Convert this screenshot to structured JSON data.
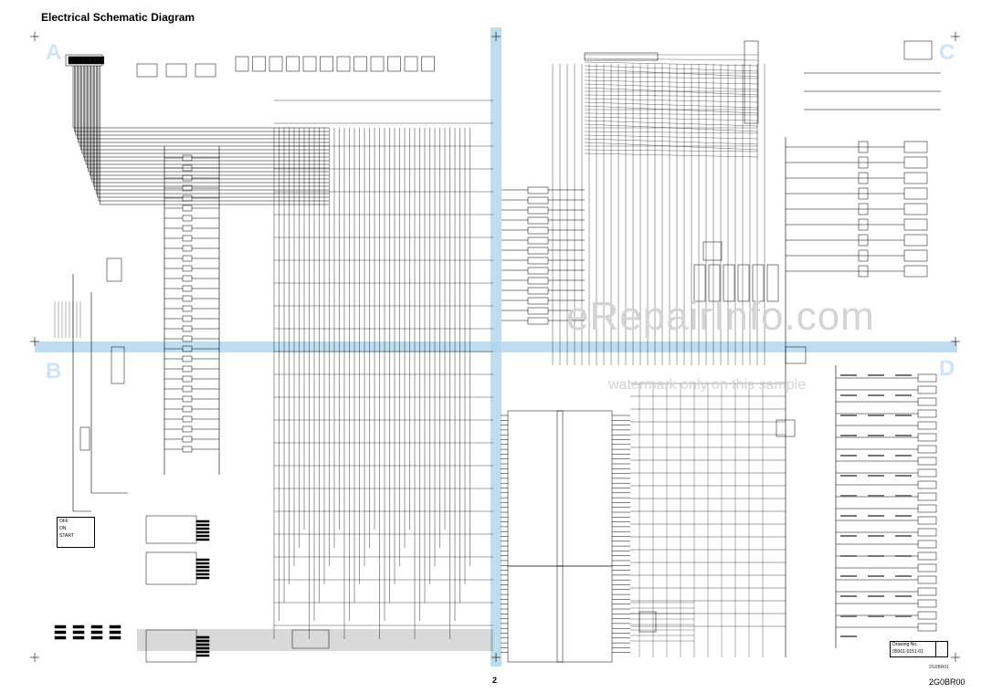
{
  "header": {
    "title": "Electrical Schematic Diagram"
  },
  "zones": [
    "A",
    "B",
    "C",
    "D"
  ],
  "watermark": {
    "line1": "eRepairInfo.com",
    "line2": "watermark only on this sample"
  },
  "footer": {
    "page_number": "2",
    "code": "2G0BR00",
    "ref_small": "2G0BR01"
  },
  "drawing_box": {
    "label": "Drawing No.",
    "number": "05001-0151-01"
  },
  "ignition_switch": {
    "positions": [
      "OFF",
      "ON",
      "START"
    ]
  },
  "colors": {
    "crosshair": "#aed4ee",
    "line": "#000000",
    "zone": "#cfe4f4"
  }
}
